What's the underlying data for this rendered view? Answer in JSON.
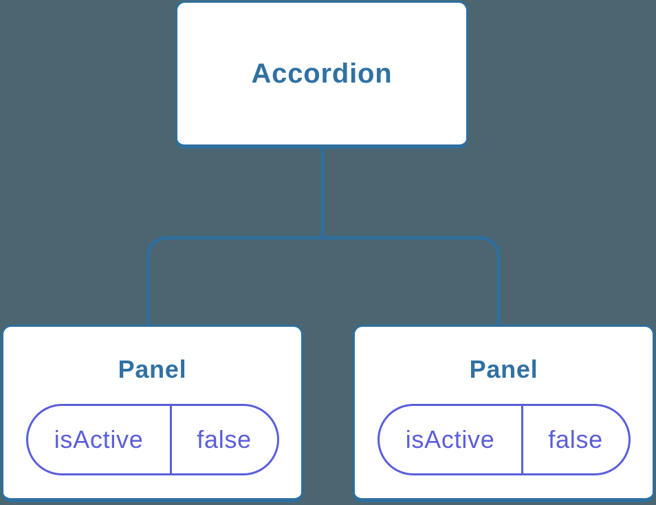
{
  "colors": {
    "bg": "#4B6670",
    "line": "#2E6F9E",
    "title": "#3071A1",
    "pill": "#5A5ED8",
    "fill": "#FFFFFF"
  },
  "tree": {
    "root": {
      "label": "Accordion"
    },
    "children": [
      {
        "label": "Panel",
        "props": [
          {
            "name": "isActive",
            "value": "false"
          }
        ]
      },
      {
        "label": "Panel",
        "props": [
          {
            "name": "isActive",
            "value": "false"
          }
        ]
      }
    ]
  }
}
